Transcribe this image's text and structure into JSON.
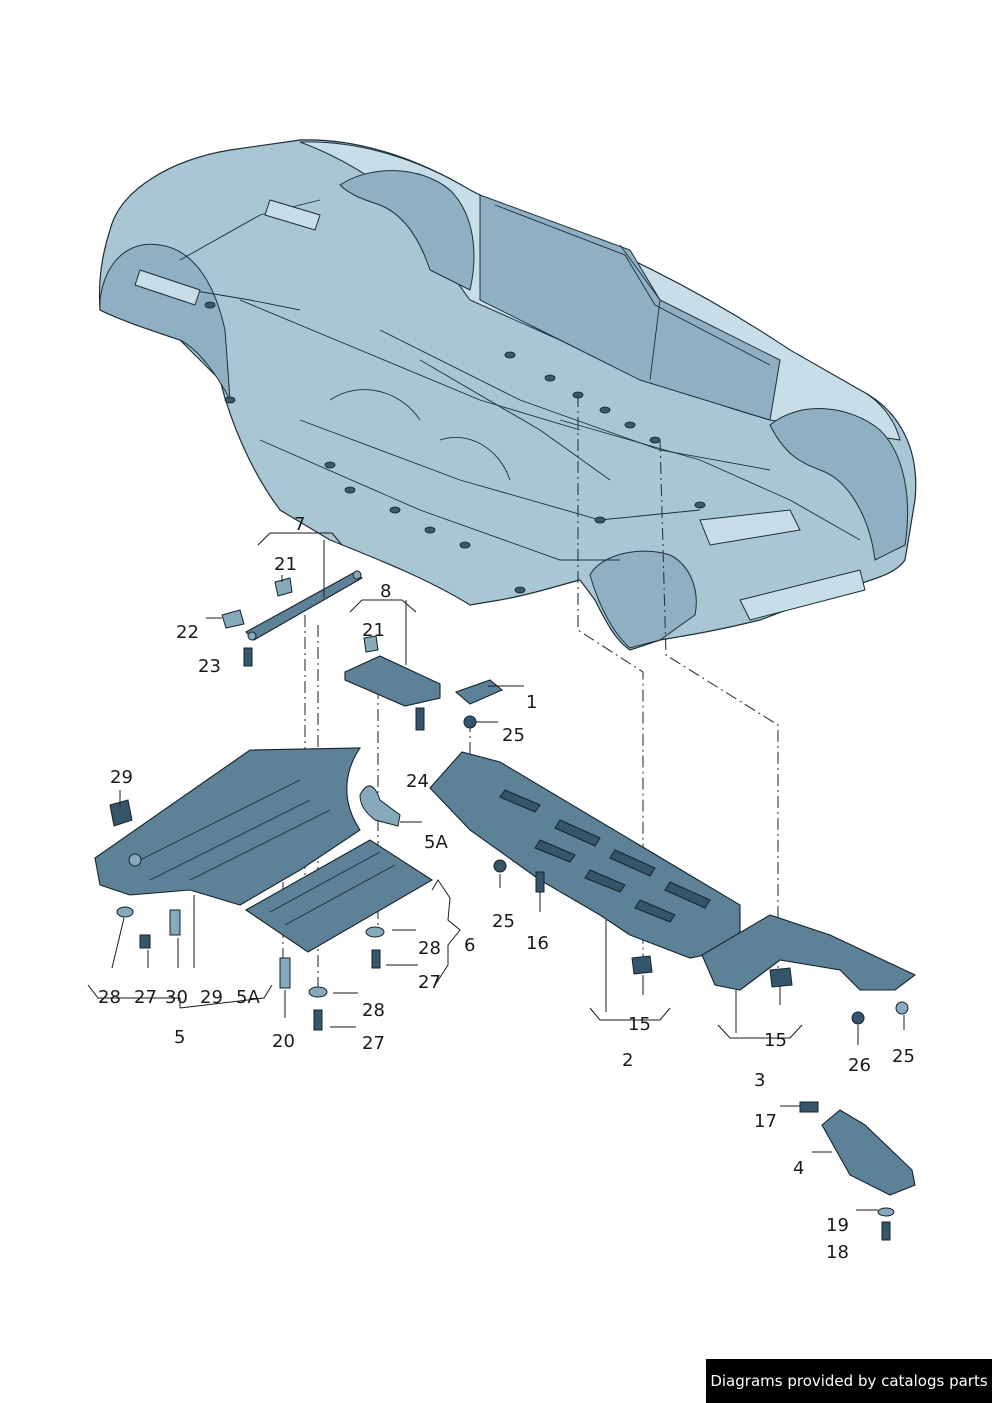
{
  "callouts": {
    "c1": "1",
    "c2": "2",
    "c3": "3",
    "c4": "4",
    "c5": "5",
    "c5a": "5A",
    "c5a_b": "5A",
    "c6": "6",
    "c7": "7",
    "c8": "8",
    "c15a": "15",
    "c15b": "15",
    "c16": "16",
    "c17": "17",
    "c18": "18",
    "c19": "19",
    "c20": "20",
    "c21a": "21",
    "c21b": "21",
    "c22": "22",
    "c23": "23",
    "c24": "24",
    "c25a": "25",
    "c25b": "25",
    "c25c": "25",
    "c26": "26",
    "c27a": "27",
    "c27b": "27",
    "c27c": "27",
    "c28a": "28",
    "c28b": "28",
    "c28c": "28",
    "c29a": "29",
    "c29b": "29",
    "c30": "30"
  },
  "credit": "Diagrams provided by catalogs parts"
}
